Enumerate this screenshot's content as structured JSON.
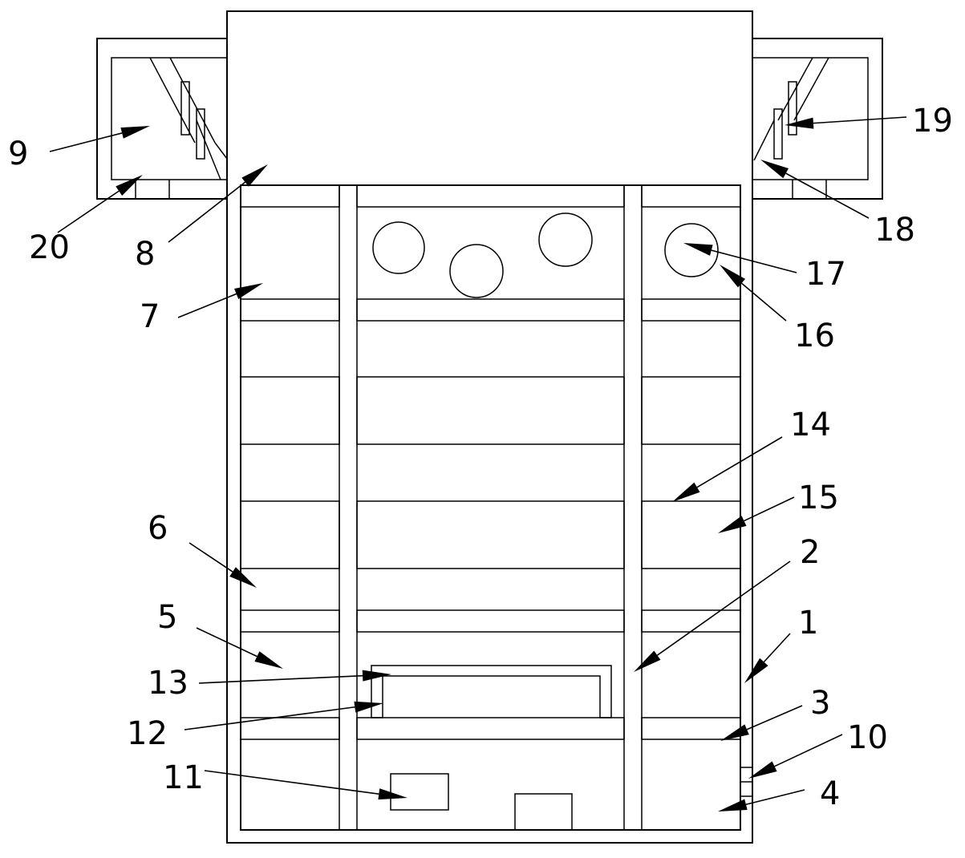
{
  "labels": {
    "n1": "1",
    "n2": "2",
    "n3": "3",
    "n4": "4",
    "n5": "5",
    "n6": "6",
    "n7": "7",
    "n8": "8",
    "n9": "9",
    "n10": "10",
    "n11": "11",
    "n12": "12",
    "n13": "13",
    "n14": "14",
    "n15": "15",
    "n16": "16",
    "n17": "17",
    "n18": "18",
    "n19": "19",
    "n20": "20"
  },
  "colors": {
    "line": "#000000",
    "background": "#ffffff"
  }
}
